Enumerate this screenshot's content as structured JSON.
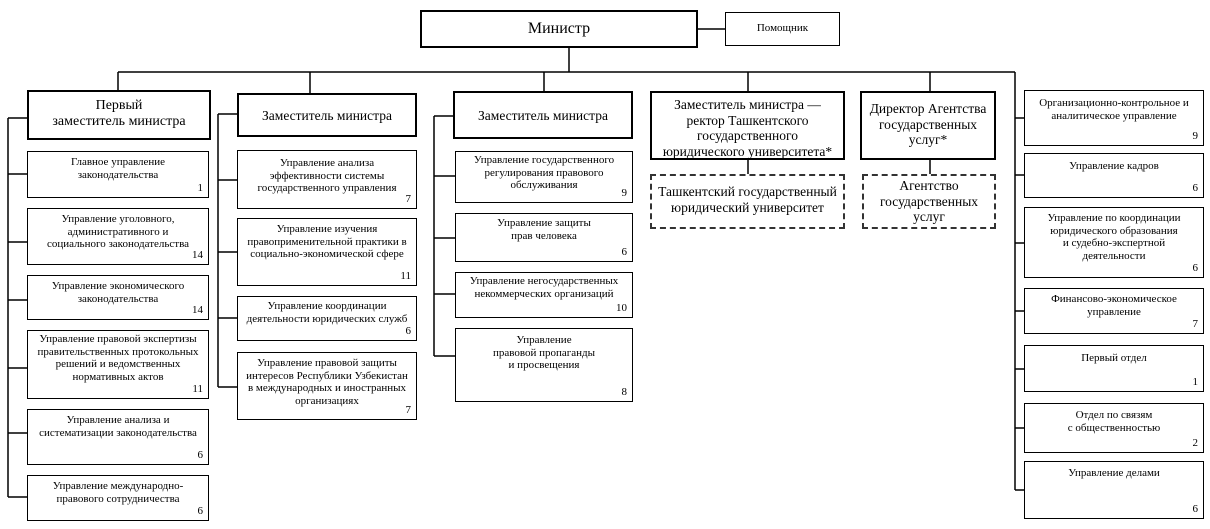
{
  "minister": "Министр",
  "assistant": "Помощник",
  "heads": {
    "first_deputy": "Первый\nзаместитель министра",
    "deputy_2": "Заместитель министра",
    "deputy_3": "Заместитель министра",
    "deputy_rector": "Заместитель министра —\nректор Ташкентского\nгосударственного\nюридического университета*",
    "agency_director": "Директор Агентства\nгосударственных\nуслуг*"
  },
  "dashed": {
    "university": "Ташкентский государственный\nюридический университет",
    "agency": "Агентство\nгосударственных\nуслуг"
  },
  "col1": [
    {
      "label": "Главное управление\nзаконодательства",
      "count": "1"
    },
    {
      "label": "Управление уголовного,\nадминистративного и\nсоциального законодательства",
      "count": "14"
    },
    {
      "label": "Управление экономического\nзаконодательства",
      "count": "14"
    },
    {
      "label": "Управление правовой экспертизы\nправительственных протокольных\nрешений и ведомственных\nнормативных актов",
      "count": "11"
    },
    {
      "label": "Управление анализа и\nсистематизации законодательства",
      "count": "6"
    },
    {
      "label": "Управление международно-\nправового сотрудничества",
      "count": "6"
    }
  ],
  "col2": [
    {
      "label": "Управление анализа\nэффективности системы\nгосударственного управления",
      "count": "7"
    },
    {
      "label": "Управление изучения\nправоприменительной практики в\nсоциально-экономической сфере",
      "count": "11"
    },
    {
      "label": "Управление координации\nдеятельности юридических служб",
      "count": "6"
    },
    {
      "label": "Управление правовой защиты\nинтересов Республики Узбекистан\nв международных и иностранных\nорганизациях",
      "count": "7"
    }
  ],
  "col3": [
    {
      "label": "Управление государственного\nрегулирования правового\nобслуживания",
      "count": "9"
    },
    {
      "label": "Управление защиты\nправ человека",
      "count": "6"
    },
    {
      "label": "Управление негосударственных\nнекоммерческих организаций",
      "count": "10"
    },
    {
      "label": "Управление\nправовой пропаганды\nи просвещения",
      "count": "8"
    }
  ],
  "col6": [
    {
      "label": "Организационно-контрольное и\nаналитическое управление",
      "count": "9"
    },
    {
      "label": "Управление кадров",
      "count": "6"
    },
    {
      "label": "Управление по координации\nюридического образования\nи судебно-экспертной\nдеятельности",
      "count": "6"
    },
    {
      "label": "Финансово-экономическое\nуправление",
      "count": "7"
    },
    {
      "label": "Первый отдел",
      "count": "1"
    },
    {
      "label": "Отдел по связям\nс общественностью",
      "count": "2"
    },
    {
      "label": "Управление делами",
      "count": "6"
    }
  ]
}
